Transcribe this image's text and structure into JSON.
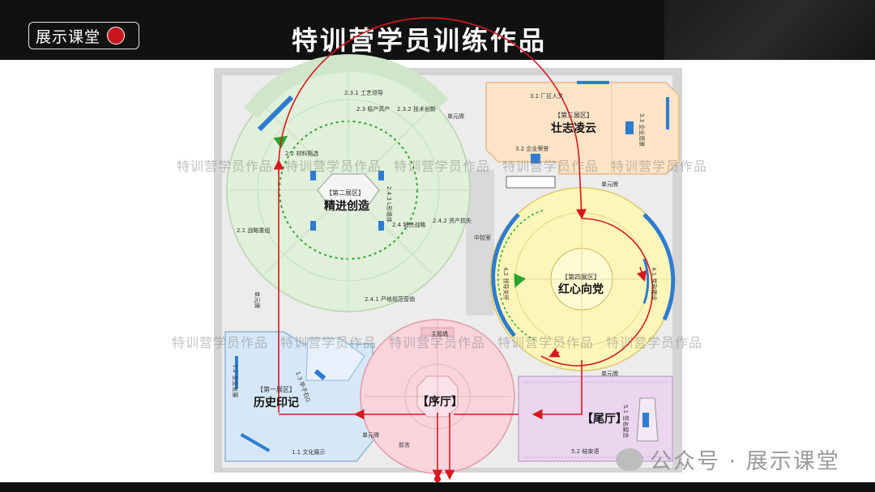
{
  "header": {
    "brand": "展示课堂",
    "title": "特训营学员训练作品"
  },
  "zones": {
    "z2": {
      "tag": "【第二展区】",
      "name": "精进创造"
    },
    "z3": {
      "tag": "【第三展区】",
      "name": "壮志凌云"
    },
    "z4": {
      "tag": "【第四展区】",
      "name": "红心向党"
    },
    "z1": {
      "tag": "【第一展区】",
      "name": "历史印记"
    },
    "lobby": "【序厅】",
    "tail": "【尾厅】"
  },
  "labels": {
    "l231": "2.3.1 工艺领导",
    "l23": "2.3 稳产高产",
    "l232": "2.3.2 技术创新",
    "l22": "2.2 材料甄选",
    "l21": "2.1 战略重组",
    "l24": "2.4 销售战略",
    "l241": "2.4.1 严格规范营销",
    "l242": "2.4.2 资产损失",
    "l243": "2.4.3 L形墙体",
    "l31": "3.1 厂区人文",
    "l32": "3.2 企业荣誉",
    "l33": "3.3 企业愿景",
    "l41": "4.1 党政建设",
    "l42": "4.2 领导关怀",
    "l11": "1.1 文化展示",
    "l12": "1.2 企业发展",
    "l13": "1.3 亭子石G",
    "l51": "5.1 签名留念",
    "l52": "5.2 结束语",
    "zkq": "中控室",
    "dyp1": "单元牌",
    "dyp2": "单元牌",
    "dyp3": "单元牌",
    "dyp4": "单元牌",
    "dyp5": "单元牌",
    "zhubj": "主题墙",
    "qianyan": "前言"
  },
  "watermarks": {
    "text": "特训营学员作品"
  },
  "footer": {
    "wechat": "公众号 · 展示课堂"
  },
  "colors": {
    "green": "#dff0d8",
    "yellow": "#fdf6b8",
    "peach": "#fde3c8",
    "blue": "#d6e8f7",
    "pink": "#f9d5dc",
    "lilac": "#ead7ef",
    "route": "#d7191f",
    "route_green": "#2aa52e"
  }
}
